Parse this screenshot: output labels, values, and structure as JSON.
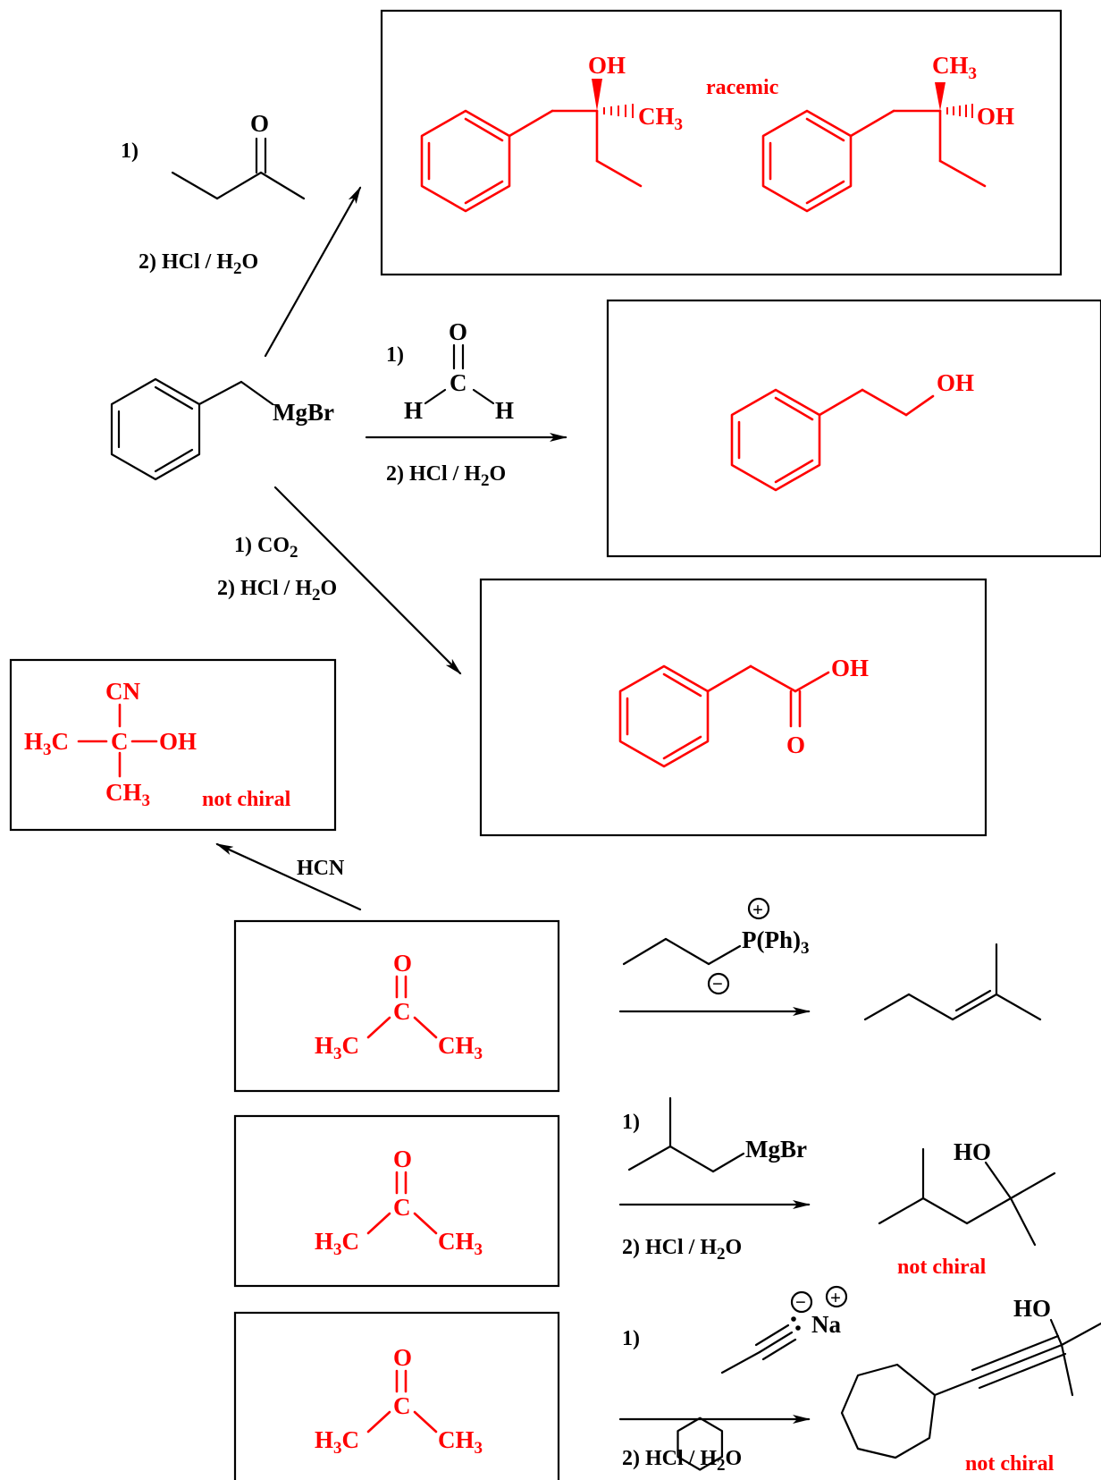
{
  "diagram": {
    "start_reagent": {
      "label": "MgBr"
    },
    "reaction_top": {
      "step1": "1)",
      "ketone_O": "O",
      "step2_prefix": "2) HCl / H",
      "step2_sub": "2",
      "step2_suffix": "O",
      "product_OH": "OH",
      "product_CH3": "CH",
      "product_CH3_sub": "3",
      "note": "racemic"
    },
    "reaction_mid": {
      "step1": "1)",
      "aldehyde_O": "O",
      "aldehyde_C": "C",
      "aldehyde_H_left": "H",
      "aldehyde_H_right": "H",
      "step2_prefix": "2) HCl / H",
      "step2_sub": "2",
      "step2_suffix": "O",
      "product_OH": "OH"
    },
    "reaction_co2": {
      "step1_prefix": "1)  CO",
      "step1_sub": "2",
      "step2_prefix": "2) HCl / H",
      "step2_sub": "2",
      "step2_suffix": "O",
      "product_OH": "OH",
      "product_O": "O"
    },
    "cyanohydrin": {
      "reagent": "HCN",
      "CN": "CN",
      "H3C_H": "H",
      "H3C_sub": "3",
      "H3C_C": "C",
      "C": "C",
      "OH": "OH",
      "CH3_CH": "CH",
      "CH3_sub": "3",
      "note": "not chiral"
    },
    "acetone": {
      "O": "O",
      "C": "C",
      "left_H": "H",
      "left_sub": "3",
      "left_C": "C",
      "right_CH": "CH",
      "right_sub": "3"
    },
    "wittig": {
      "plus": "+",
      "minus": "−",
      "P_prefix": "P(Ph)",
      "P_sub": "3"
    },
    "grignard2": {
      "step1": "1)",
      "reagent": "MgBr",
      "step2_prefix": "2) HCl / H",
      "step2_sub": "2",
      "step2_suffix": "O",
      "product_HO": "HO",
      "note": "not chiral"
    },
    "acetylide": {
      "step1": "1)",
      "minus": "−",
      "plus": "+",
      "Na": "Na",
      "step2_prefix": "2) HCl / H",
      "step2_sub": "2",
      "step2_suffix": "O",
      "product_HO": "HO",
      "note": "not chiral"
    },
    "colors": {
      "reagent": "#000000",
      "product": "#ff0000"
    }
  }
}
